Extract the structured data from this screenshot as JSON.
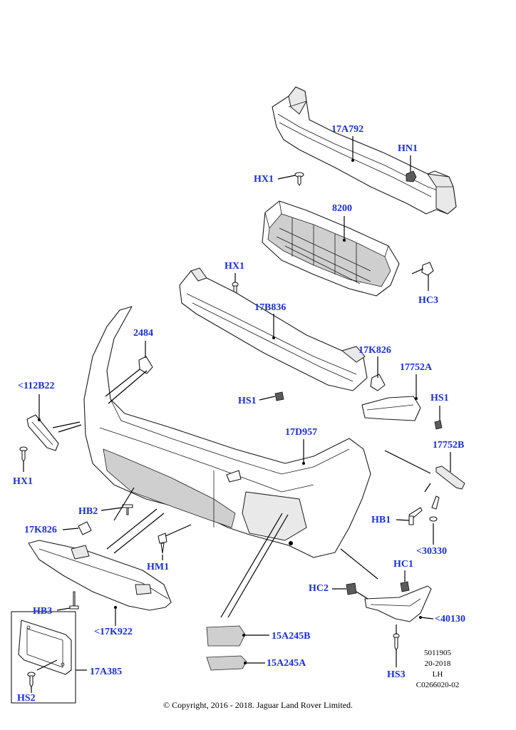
{
  "callouts": {
    "c_17a792": "17A792",
    "c_hn1": "HN1",
    "c_hx1_top": "HX1",
    "c_8200": "8200",
    "c_hx1_mid": "HX1",
    "c_hc3": "HC3",
    "c_17b836": "17B836",
    "c_2484": "2484",
    "c_17k826_right": "17K826",
    "c_17752a": "17752A",
    "c_112b22": "<112B22",
    "c_hs1_left": "HS1",
    "c_hs1_right": "HS1",
    "c_17d957": "17D957",
    "c_17752b": "17752B",
    "c_hx1_left": "HX1",
    "c_hb2": "HB2",
    "c_17k826_left": "17K826",
    "c_hb1": "HB1",
    "c_30330": "<30330",
    "c_hm1": "HM1",
    "c_hc1": "HC1",
    "c_hc2": "HC2",
    "c_40130": "<40130",
    "c_hb3": "HB3",
    "c_17k922": "<17K922",
    "c_15a245b": "15A245B",
    "c_15a245a": "15A245A",
    "c_17a385": "17A385",
    "c_hs3": "HS3",
    "c_hs2": "HS2"
  },
  "meta": {
    "ref_number": "5011905",
    "year_code": "20-2018",
    "side": "LH",
    "drawing_id": "C0266020-02"
  },
  "copyright": "© Copyright, 2016 - 2018. Jaguar Land Rover Limited.",
  "colors": {
    "callout": "#1a2fd6",
    "line": "#1a1a1a"
  }
}
